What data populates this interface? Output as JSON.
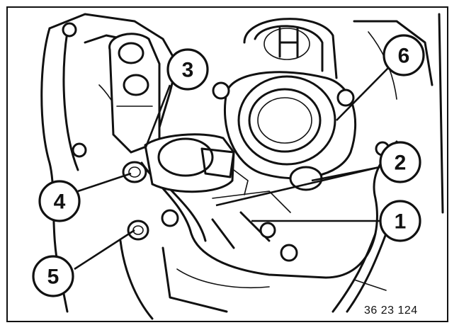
{
  "callouts": [
    {
      "label": "1"
    },
    {
      "label": "2"
    },
    {
      "label": "3"
    },
    {
      "label": "4"
    },
    {
      "label": "5"
    },
    {
      "label": "6"
    }
  ],
  "reference_code": "36 23 124"
}
